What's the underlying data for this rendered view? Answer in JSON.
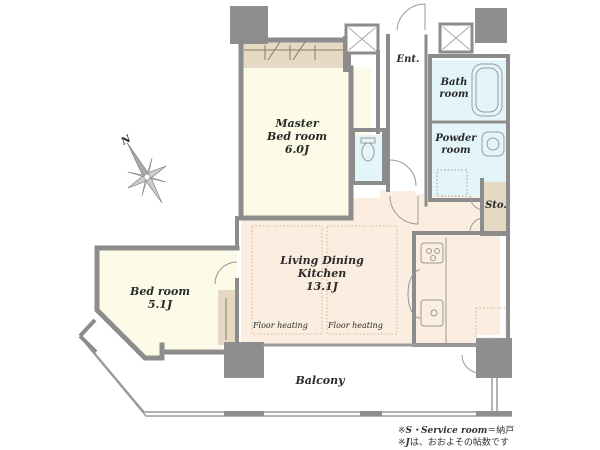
{
  "floor_plan": {
    "type": "apartment-floor-plan",
    "compass": {
      "label": "N",
      "direction": "north-west"
    },
    "rooms": [
      {
        "id": "master-bedroom",
        "name_line1": "Master",
        "name_line2": "Bed room",
        "size": "6.0J"
      },
      {
        "id": "bedroom",
        "name": "Bed room",
        "size": "5.1J"
      },
      {
        "id": "ldk",
        "name_line1": "Living Dining",
        "name_line2": "Kitchen",
        "size": "13.1J"
      },
      {
        "id": "entrance",
        "name": "Ent."
      },
      {
        "id": "bathroom",
        "name_line1": "Bath",
        "name_line2": "room"
      },
      {
        "id": "powder-room",
        "name_line1": "Powder",
        "name_line2": "room"
      },
      {
        "id": "storage",
        "name": "Sto."
      },
      {
        "id": "balcony",
        "name": "Balcony"
      }
    ],
    "floor_heating_labels": [
      "Floor heating",
      "Floor heating"
    ],
    "notes": [
      {
        "prefix": "※",
        "emph": "S・Service room",
        "rest": "＝納戸"
      },
      {
        "prefix": "※",
        "emph": "J",
        "rest": "は、おおよその帖数です"
      }
    ],
    "colors": {
      "wall": "#8c8c8c",
      "pillar": "#8e8e8e",
      "bedroom_fill": "#fbfbe8",
      "ldk_fill": "#fbeee0",
      "wet_area_fill": "#e4f5fa",
      "storage_fill": "#e5d9c3",
      "background": "#ffffff"
    }
  }
}
